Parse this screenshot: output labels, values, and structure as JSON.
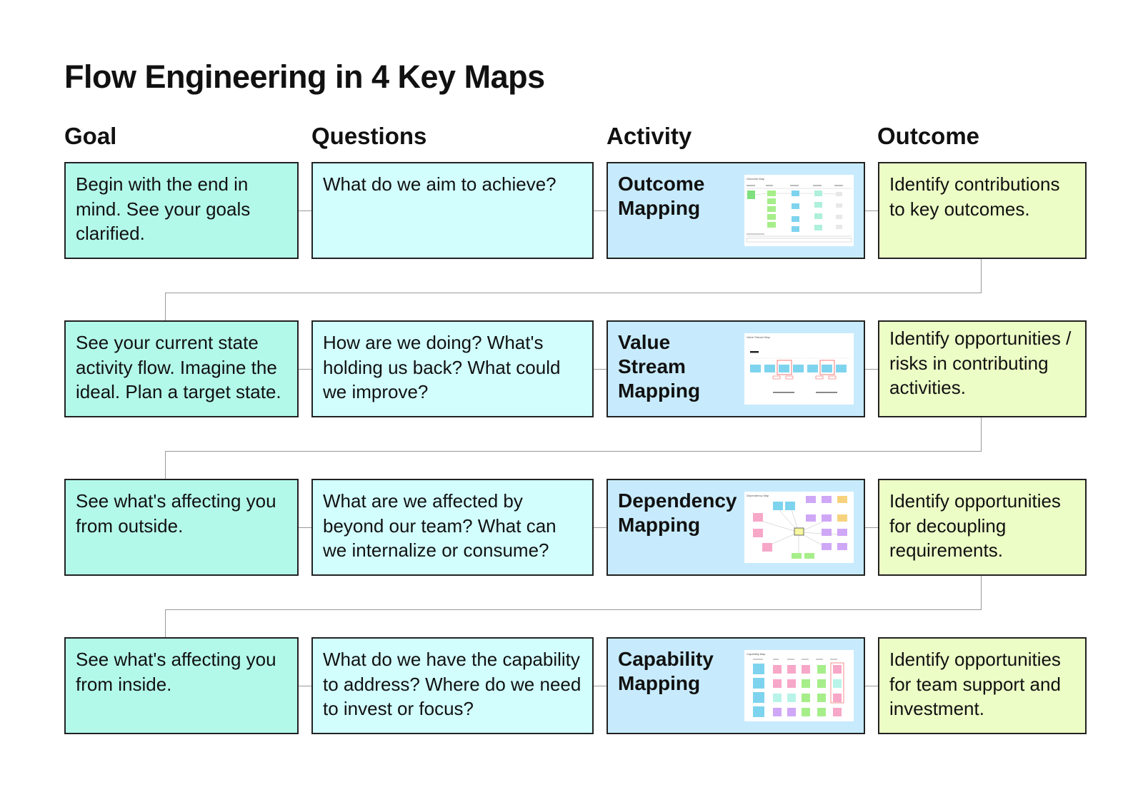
{
  "title": "Flow Engineering in 4 Key Maps",
  "columns": [
    "Goal",
    "Questions",
    "Activity",
    "Outcome"
  ],
  "rows": [
    {
      "goal": "Begin with the end in mind. See your goals clarified.",
      "question": "What do we aim to achieve?",
      "activity": "Outcome Mapping",
      "outcome": "Identify contributions to key outcomes.",
      "thumb_caption": "Outcome Map"
    },
    {
      "goal": "See your current state activity flow. Imagine the ideal. Plan a target state.",
      "question": "How are we doing? What's holding us back? What could we improve?",
      "activity": "Value Stream Mapping",
      "outcome": "Identify opportunities / risks in contributing activities.",
      "thumb_caption": "Value Stream Map"
    },
    {
      "goal": "See what's affecting you from outside.",
      "question": "What are we affected by beyond our team? What can we internalize or consume?",
      "activity": "Dependency Mapping",
      "outcome": "Identify opportunities for decoupling requirements.",
      "thumb_caption": "Dependency Map"
    },
    {
      "goal": "See what's affecting you from inside.",
      "question": "What do we have the capability to address? Where do we need to invest or focus?",
      "activity": "Capability Mapping",
      "outcome": "Identify opportunities for team support and investment.",
      "thumb_caption": "Capability Map"
    }
  ],
  "colors": {
    "goal": "#b3f9ea",
    "question": "#d2fefe",
    "activity": "#c7ebfd",
    "outcome": "#ecfdc6",
    "border": "#222222",
    "connector": "#999999"
  }
}
